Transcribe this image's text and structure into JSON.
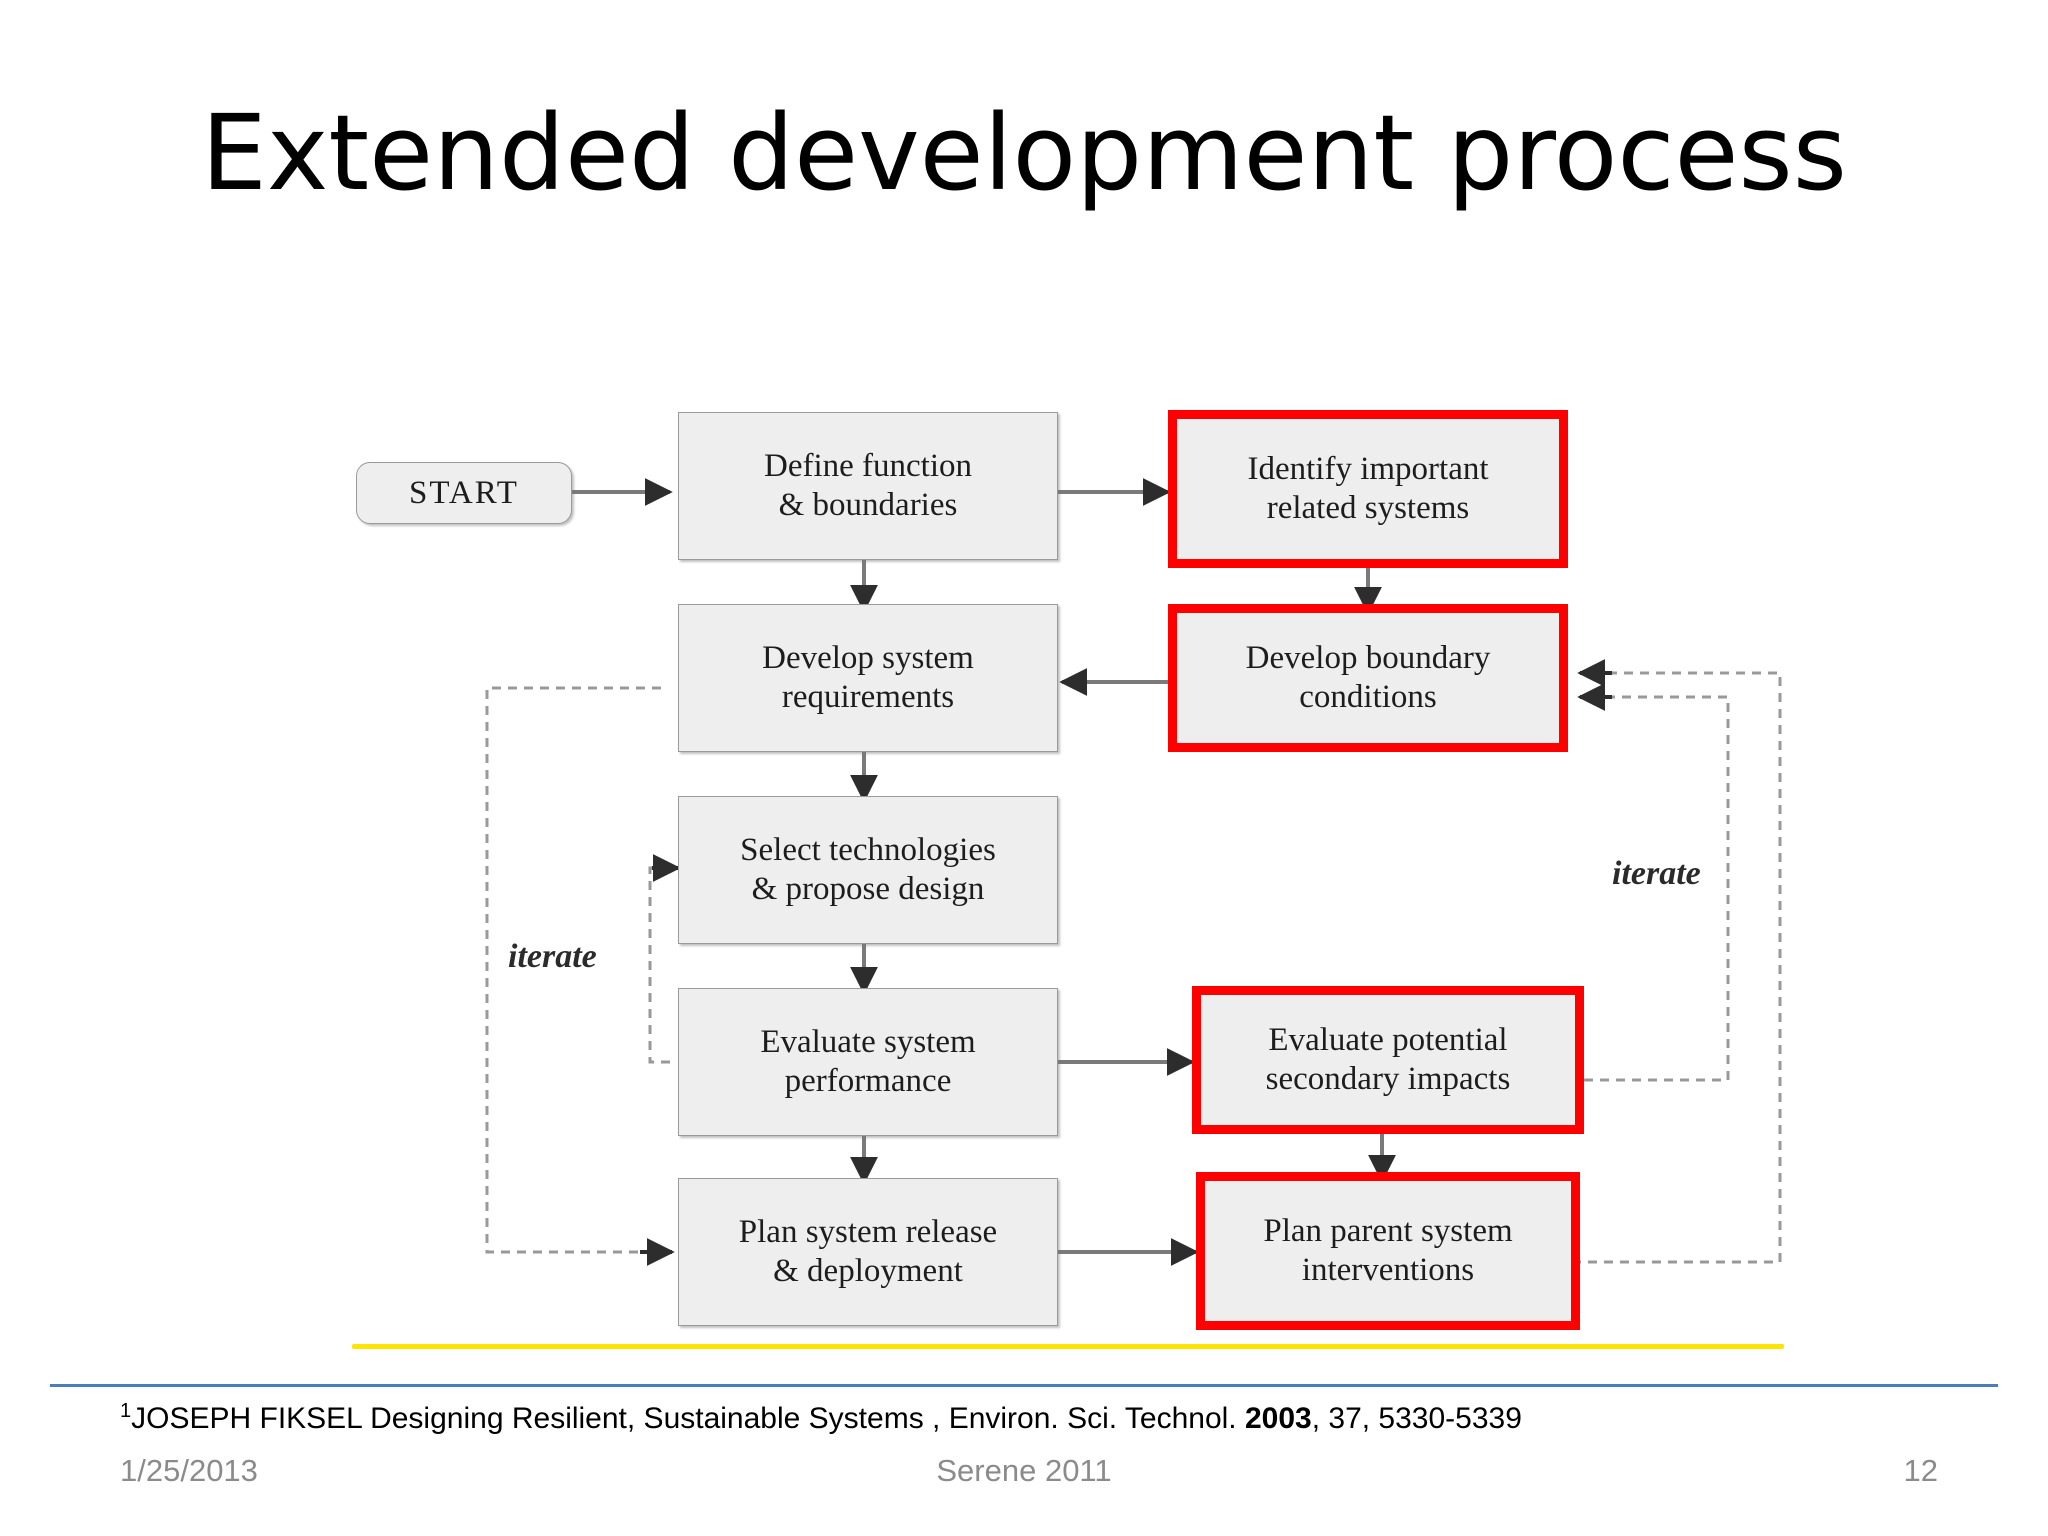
{
  "slide": {
    "title": "Extended development process",
    "accent_red": "#ff0000",
    "accent_yellow": "#ffe400",
    "accent_blue": "#4a7ebb",
    "node_fill": "#eeeeee"
  },
  "diagram": {
    "nodes": [
      {
        "id": "start",
        "label": "START",
        "lines": [
          "START"
        ],
        "highlighted": false,
        "shape": "rounded"
      },
      {
        "id": "define-function",
        "label": "Define function & boundaries",
        "lines": [
          "Define function",
          "& boundaries"
        ],
        "highlighted": false,
        "shape": "rect"
      },
      {
        "id": "identify-systems",
        "label": "Identify important related systems",
        "lines": [
          "Identify important",
          "related systems"
        ],
        "highlighted": true,
        "shape": "rect"
      },
      {
        "id": "develop-requirements",
        "label": "Develop system requirements",
        "lines": [
          "Develop system",
          "requirements"
        ],
        "highlighted": false,
        "shape": "rect"
      },
      {
        "id": "boundary-conditions",
        "label": "Develop boundary conditions",
        "lines": [
          "Develop boundary",
          "conditions"
        ],
        "highlighted": true,
        "shape": "rect"
      },
      {
        "id": "select-technologies",
        "label": "Select technologies & propose design",
        "lines": [
          "Select technologies",
          "& propose design"
        ],
        "highlighted": false,
        "shape": "rect"
      },
      {
        "id": "evaluate-performance",
        "label": "Evaluate system performance",
        "lines": [
          "Evaluate system",
          "performance"
        ],
        "highlighted": false,
        "shape": "rect"
      },
      {
        "id": "secondary-impacts",
        "label": "Evaluate potential secondary impacts",
        "lines": [
          "Evaluate potential",
          "secondary impacts"
        ],
        "highlighted": true,
        "shape": "rect"
      },
      {
        "id": "plan-release",
        "label": "Plan system release & deployment",
        "lines": [
          "Plan system release",
          "& deployment"
        ],
        "highlighted": false,
        "shape": "rect"
      },
      {
        "id": "plan-interventions",
        "label": "Plan parent system interventions",
        "lines": [
          "Plan parent system",
          "interventions"
        ],
        "highlighted": true,
        "shape": "rect"
      }
    ],
    "iterate_labels": [
      {
        "id": "iterate-left",
        "text": "iterate"
      },
      {
        "id": "iterate-right",
        "text": "iterate"
      }
    ]
  },
  "footer": {
    "citation_superscript": "1",
    "citation_prefix": "JOSEPH FIKSEL Designing Resilient, Sustainable Systems , Environ. Sci. Technol. ",
    "citation_year": "2003",
    "citation_suffix": ", 37, 5330-5339",
    "date": "1/25/2013",
    "event": "Serene 2011",
    "page_number": "12"
  }
}
